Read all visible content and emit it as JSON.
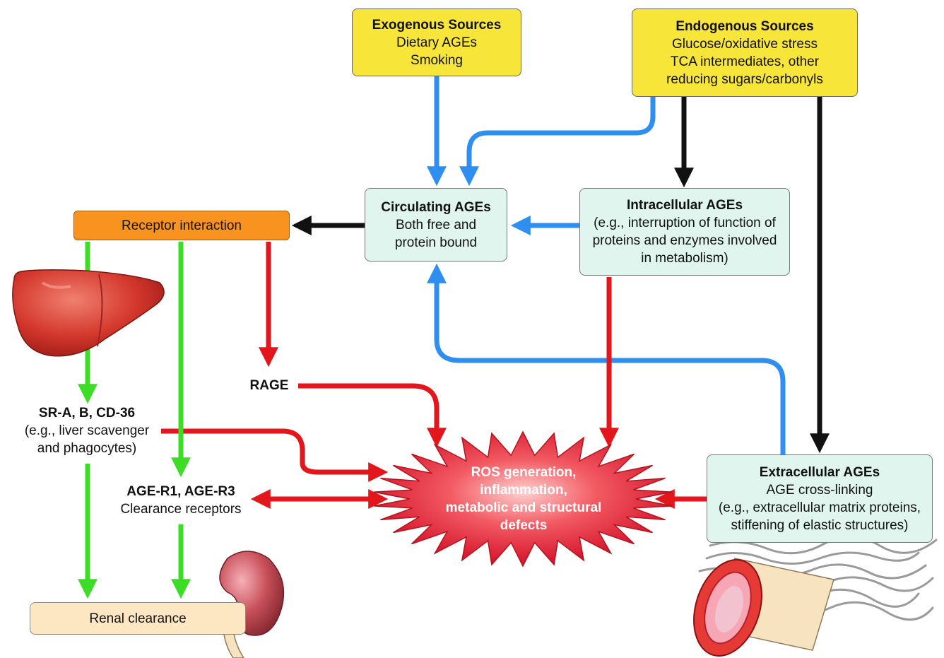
{
  "exogenous": {
    "title": "Exogenous Sources",
    "lines": [
      "Dietary AGEs",
      "Smoking"
    ]
  },
  "endogenous": {
    "title": "Endogenous Sources",
    "lines": [
      "Glucose/oxidative stress",
      "TCA intermediates, other",
      "reducing sugars/carbonyls"
    ]
  },
  "circulating": {
    "title": "Circulating AGEs",
    "lines": [
      "Both free and",
      "protein bound"
    ]
  },
  "intracellular": {
    "title": "Intracellular AGEs",
    "lines": [
      "(e.g., interruption of function of",
      "proteins and enzymes involved",
      "in metabolism)"
    ]
  },
  "receptor": {
    "label": "Receptor interaction"
  },
  "rage": {
    "label": "RAGE"
  },
  "sra": {
    "title": "SR-A, B, CD-36",
    "lines": [
      "(e.g., liver scavenger",
      "and phagocytes)"
    ]
  },
  "ager": {
    "title": "AGE-R1, AGE-R3",
    "lines": [
      "Clearance receptors"
    ]
  },
  "ros": {
    "lines": [
      "ROS generation,",
      "inflammation,",
      "metabolic and structural",
      "defects"
    ]
  },
  "extracellular": {
    "title": "Extracellular AGEs",
    "lines": [
      "AGE cross-linking",
      "(e.g., extracellular matrix proteins,",
      "stiffening of elastic structures)"
    ]
  },
  "renal": {
    "label": "Renal clearance"
  },
  "colors": {
    "blue": "#2f8ff0",
    "black": "#111111",
    "red": "#e3161c",
    "green": "#3ddc27"
  },
  "icons": [
    "liver-icon",
    "kidney-icon",
    "blood-vessel-icon"
  ]
}
